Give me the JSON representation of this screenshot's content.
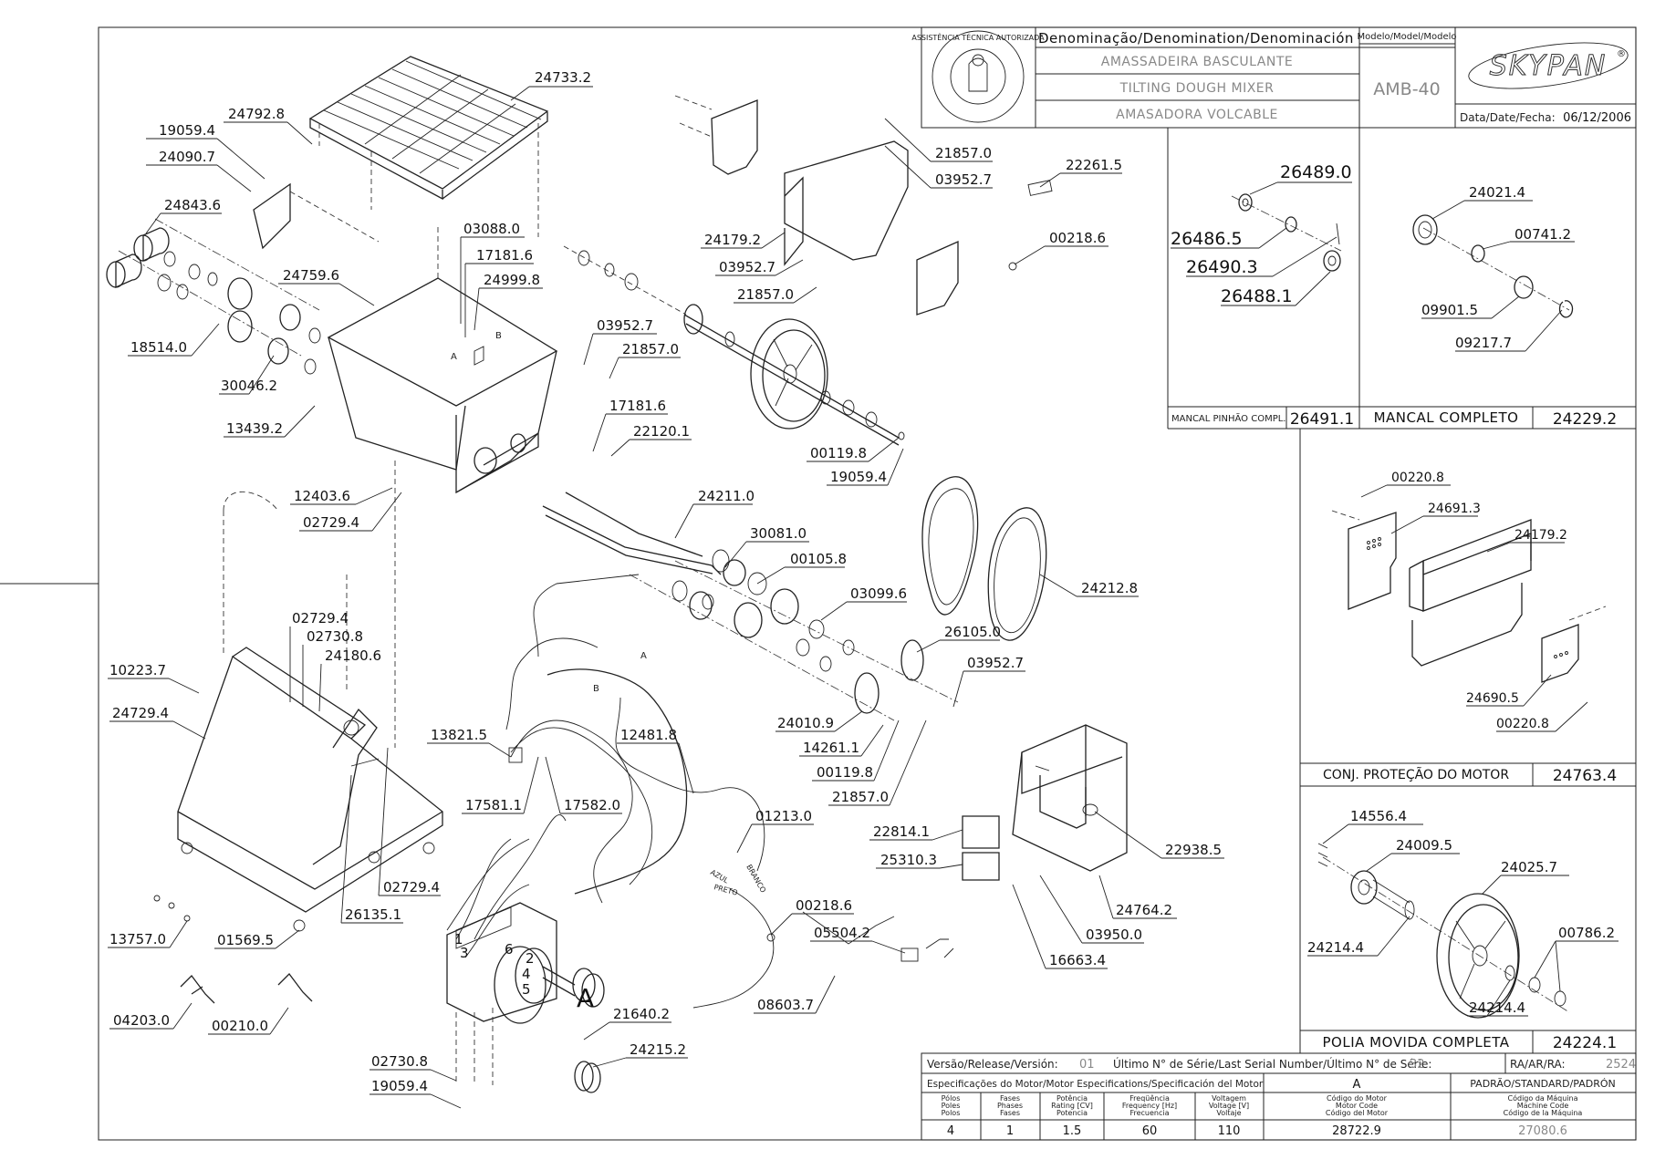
{
  "title_block": {
    "denomination_header": "Denominação/Denomination/Denominación",
    "name_pt": "AMASSADEIRA BASCULANTE",
    "name_en": "TILTING DOUGH MIXER",
    "name_es": "AMASADORA VOLCABLE",
    "model_header": "Modelo/Model/Modelo",
    "model": "AMB-40",
    "brand": "SKYPAN",
    "date_label": "Data/Date/Fecha:",
    "date": "06/12/2006",
    "seal_text": "ASSISTÊNCIA TÉCNICA AUTORIZADA"
  },
  "subassemblies": [
    {
      "name": "MANCAL PINHÃO COMPL.",
      "code": "26491.1",
      "parts": [
        "26489.0",
        "26486.5",
        "26490.3",
        "26488.1"
      ]
    },
    {
      "name": "MANCAL COMPLETO",
      "code": "24229.2",
      "parts": [
        "24021.4",
        "00741.2",
        "09901.5",
        "09217.7"
      ]
    },
    {
      "name": "CONJ. PROTEÇÃO DO MOTOR",
      "code": "24763.4",
      "parts": [
        "00220.8",
        "24691.3",
        "24179.2",
        "24690.5",
        "00220.8"
      ]
    },
    {
      "name": "POLIA MOVIDA COMPLETA",
      "code": "24224.1",
      "parts": [
        "14556.4",
        "24009.5",
        "24025.7",
        "00786.2",
        "24214.4",
        "24214.4"
      ]
    }
  ],
  "part_labels": [
    "24733.2",
    "24792.8",
    "19059.4",
    "24090.7",
    "24843.6",
    "03088.0",
    "17181.6",
    "24999.8",
    "24759.6",
    "18514.0",
    "30046.2",
    "13439.2",
    "03952.7",
    "21857.0",
    "17181.6",
    "22120.1",
    "12403.6",
    "02729.4",
    "24211.0",
    "30081.0",
    "00105.8",
    "03099.6",
    "00119.8",
    "19059.4",
    "24179.2",
    "03952.7",
    "21857.0",
    "21857.0",
    "03952.7",
    "22261.5",
    "00218.6",
    "24212.8",
    "26105.0",
    "03952.7",
    "24010.9",
    "14261.1",
    "00119.8",
    "21857.0",
    "02729.4",
    "02730.8",
    "24180.6",
    "10223.7",
    "24729.4",
    "02729.4",
    "26135.1",
    "01569.5",
    "13757.0",
    "04203.0",
    "00210.0",
    "13821.5",
    "12481.8",
    "17581.1",
    "17582.0",
    "01213.0",
    "00218.6",
    "05504.2",
    "08603.7",
    "21640.2",
    "24215.2",
    "02730.8",
    "19059.4",
    "22814.1",
    "25310.3",
    "22938.5",
    "24764.2",
    "03950.0",
    "16663.4"
  ],
  "diagram_marks": {
    "wire_numbers": [
      "1",
      "2",
      "3",
      "4",
      "5",
      "6"
    ],
    "motor_letter": "A",
    "wire_colors": [
      "AZUL",
      "PRETO",
      "BRANCO"
    ],
    "connector_A": "A",
    "connector_B": "B"
  },
  "footer": {
    "release_label": "Versão/Release/Versión:",
    "release": "01",
    "serial_label": "Último N° de Série/Last Serial Number/Último N° de Série:",
    "serial": "32",
    "ra_label": "RA/AR/RA:",
    "ra": "2524",
    "motor_spec_label": "Especificações do Motor/Motor Especifications/Specificación del Motor",
    "variant_a": "A",
    "variant_std": "PADRÃO/STANDARD/PADRÓN",
    "columns": [
      {
        "header": "Pólos\nPoles\nPolos",
        "value": "4"
      },
      {
        "header": "Fases\nPhases\nFases",
        "value": "1"
      },
      {
        "header": "Potência\nRating [CV]\nPotencia",
        "value": "1.5"
      },
      {
        "header": "Freqüência\nFrequency [Hz]\nFrecuencia",
        "value": "60"
      },
      {
        "header": "Voltagem\nVoltage [V]\nVoltaje",
        "value": "110"
      },
      {
        "header": "Código do Motor\nMotor Code\nCódigo del Motor",
        "value": "28722.9"
      },
      {
        "header": "Código da Máquina\nMachine Code\nCódigo de la Máquina",
        "value": "27080.6"
      }
    ]
  }
}
